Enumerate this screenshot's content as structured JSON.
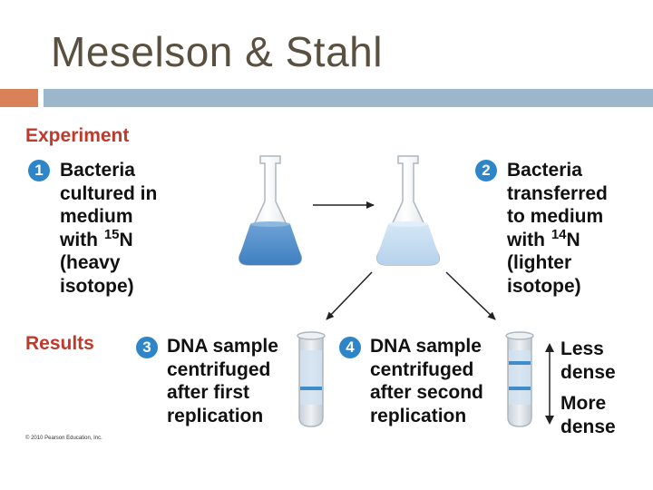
{
  "slide": {
    "title": "Meselson & Stahl"
  },
  "diagram": {
    "experiment_label": "Experiment",
    "results_label": "Results",
    "step1": {
      "number": "1",
      "lines": [
        "Bacteria",
        "cultured in",
        "medium"
      ],
      "with_text": "with",
      "isotope_mass": "15",
      "isotope_symbol": "N",
      "lines_after": [
        "(heavy",
        "isotope)"
      ]
    },
    "step2": {
      "number": "2",
      "lines": [
        "Bacteria",
        "transferred",
        "to medium"
      ],
      "with_text": "with",
      "isotope_mass": "14",
      "isotope_symbol": "N",
      "lines_after": [
        "(lighter",
        "isotope)"
      ]
    },
    "step3": {
      "number": "3",
      "lines": [
        "DNA sample",
        "centrifuged",
        "after first",
        "replication"
      ]
    },
    "step4": {
      "number": "4",
      "lines": [
        "DNA sample",
        "centrifuged",
        "after second",
        "replication"
      ]
    },
    "density_scale": {
      "top_lines": [
        "Less",
        "dense"
      ],
      "bottom_lines": [
        "More",
        "dense"
      ]
    },
    "copyright": "© 2010 Pearson Education, Inc.",
    "colors": {
      "heavy_medium": "#4a86c4",
      "light_medium": "#c3daef",
      "section_label": "#c0392b",
      "step_number": "#2e86c8",
      "dna_band": "#3f8ccb"
    }
  }
}
